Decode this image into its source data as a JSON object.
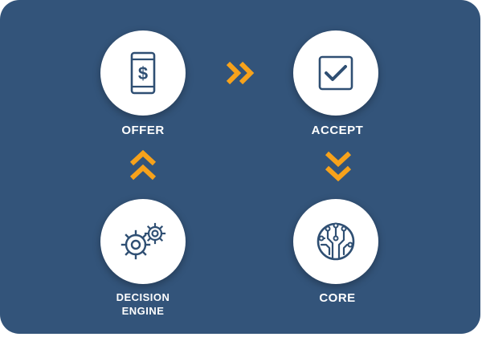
{
  "colors": {
    "background": "#33547a",
    "accent": "#f7a21b",
    "node_fill": "#ffffff",
    "icon_stroke": "#2f4f73",
    "text": "#ffffff"
  },
  "nodes": {
    "offer": {
      "label": "OFFER",
      "icon": "mobile-dollar-icon"
    },
    "accept": {
      "label": "ACCEPT",
      "icon": "checkbox-check-icon"
    },
    "decision_engine": {
      "label_line1": "DECISION",
      "label_line2": "ENGINE",
      "icon": "gears-icon"
    },
    "core": {
      "label": "CORE",
      "icon": "circuit-chip-icon"
    }
  },
  "connectors": [
    {
      "from": "OFFER",
      "to": "ACCEPT",
      "direction": "right",
      "icon": "double-chevron-right-icon"
    },
    {
      "from": "ACCEPT",
      "to": "CORE",
      "direction": "down",
      "icon": "double-chevron-down-icon"
    },
    {
      "from": "DECISION ENGINE",
      "to": "OFFER",
      "direction": "up",
      "icon": "double-chevron-up-icon"
    }
  ]
}
